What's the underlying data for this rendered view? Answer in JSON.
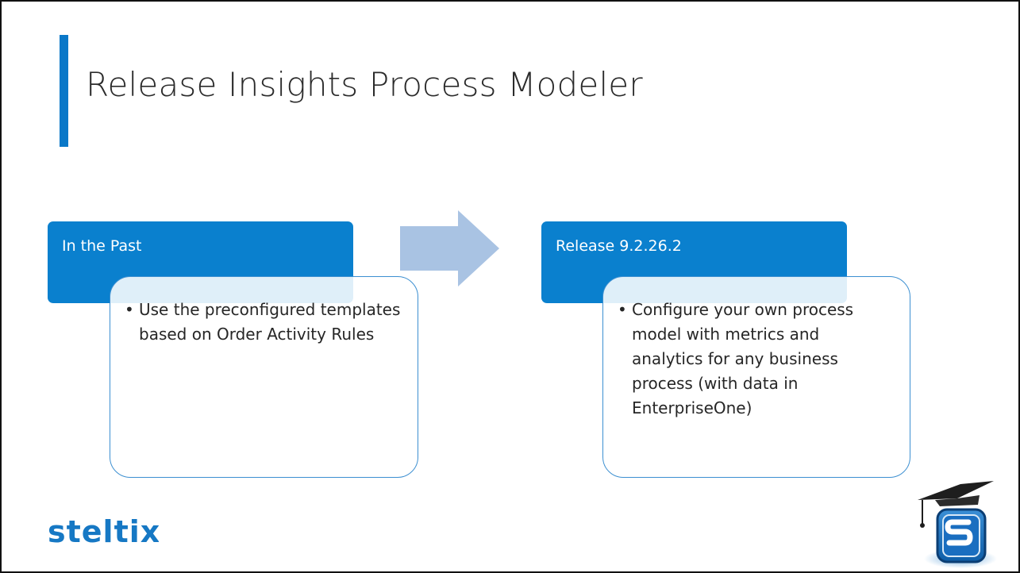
{
  "slide": {
    "title": "Release Insights Process Modeler"
  },
  "diagram": {
    "left": {
      "header": "In the Past",
      "bullets": [
        "Use the preconfigured templates based on Order Activity Rules"
      ]
    },
    "right": {
      "header": "Release 9.2.26.2",
      "bullets": [
        "Configure your own process model with metrics and analytics for any business process (with data in EnterpriseOne)"
      ]
    },
    "arrow_icon": "right-arrow-icon"
  },
  "branding": {
    "logo_text": "steltix",
    "logo_color": "#1678c4",
    "mascot_icon": "graduation-cap-logo-icon"
  },
  "colors": {
    "accent": "#0a80ce",
    "arrow": "#a9c3e3",
    "text": "#2b2b2b"
  }
}
